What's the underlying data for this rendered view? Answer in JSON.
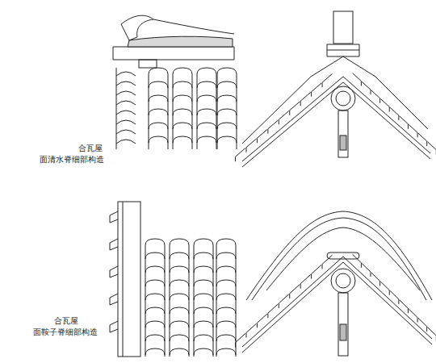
{
  "diagram": {
    "labels": [
      "合瓦屋",
      "面清水脊细部构造",
      "合瓦屋",
      "面鞍子脊细部构造"
    ]
  }
}
